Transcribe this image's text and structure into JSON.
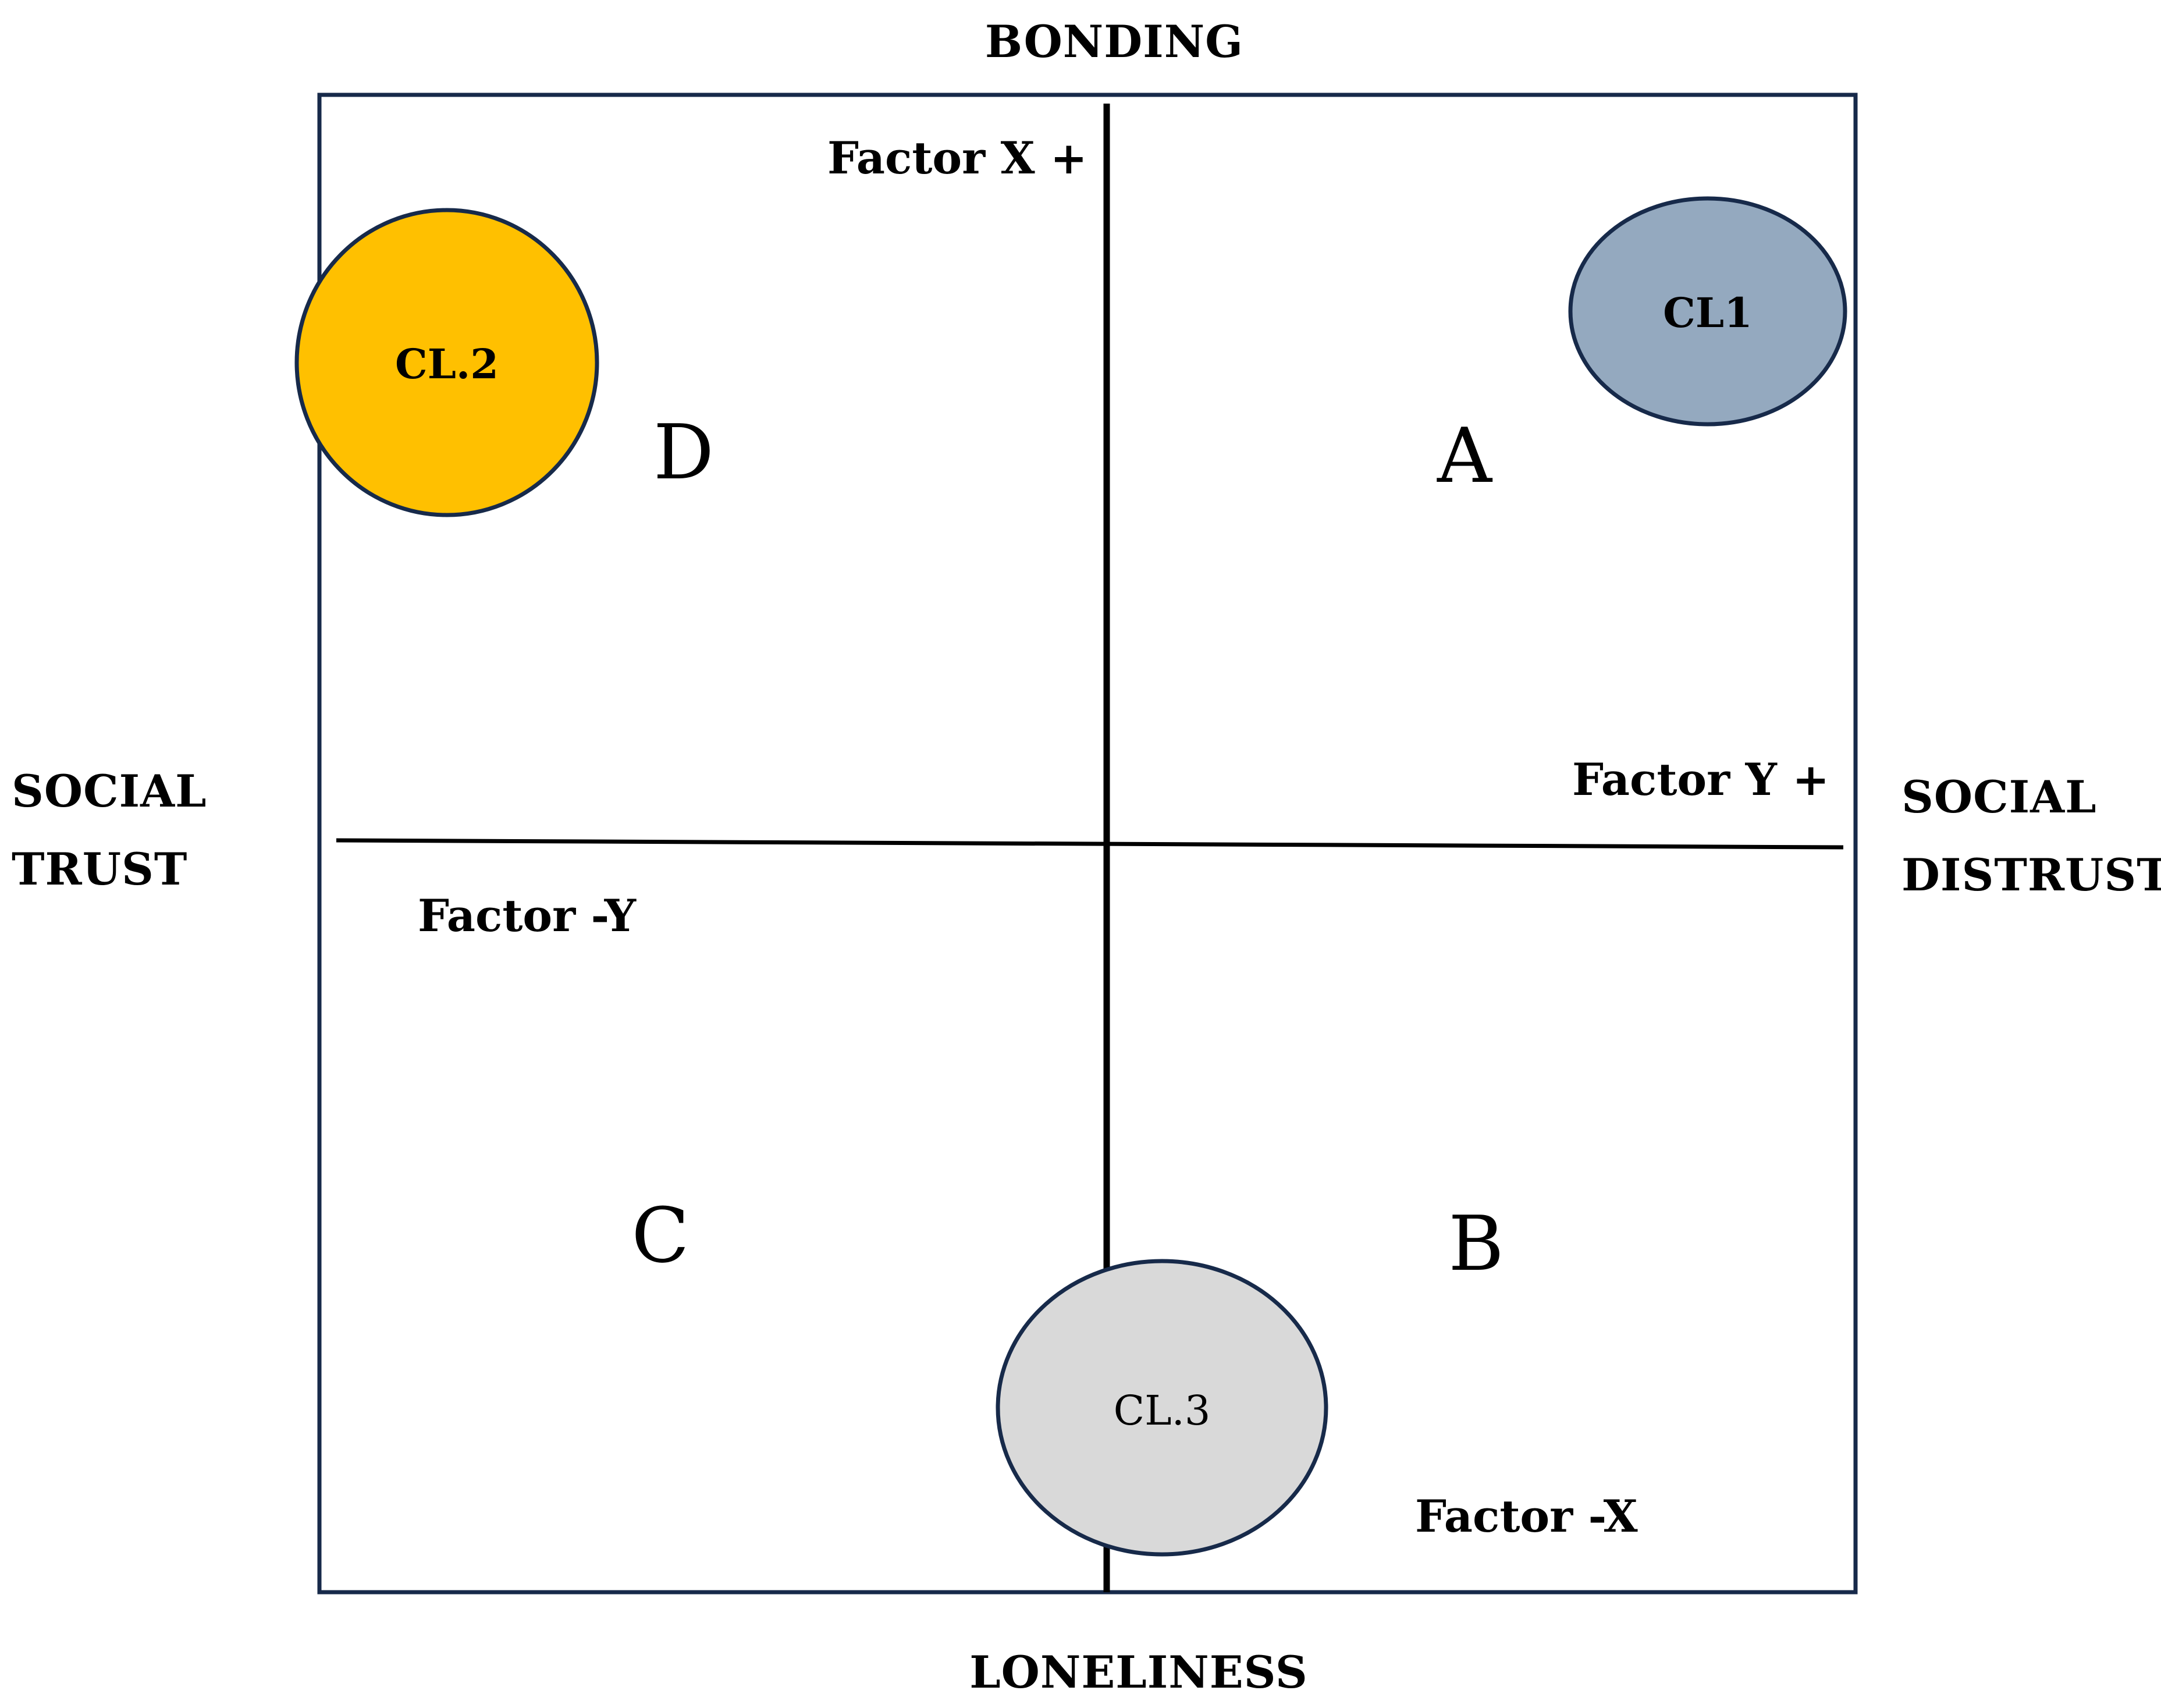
{
  "axes": {
    "top": "BONDING",
    "bottom": "LONELINESS",
    "left_line1": "SOCIAL",
    "left_line2": "TRUST",
    "right_line1": "SOCIAL",
    "right_line2": "DISTRUST"
  },
  "factors": {
    "x_plus": "Factor X +",
    "x_minus": "Factor -X",
    "y_plus": "Factor Y +",
    "y_minus": "Factor -Y"
  },
  "quadrants": {
    "a": "A",
    "b": "B",
    "c": "C",
    "d": "D"
  },
  "clusters": {
    "cl1": {
      "label": "CL1",
      "color": "#94a9bf"
    },
    "cl2": {
      "label": "CL.2",
      "color": "#ffc000"
    },
    "cl3": {
      "label": "CL.3",
      "color": "#d9d9d9"
    }
  },
  "colors": {
    "frame": "#172a4a",
    "axis_line": "#000000",
    "circle_stroke": "#172a4a"
  }
}
